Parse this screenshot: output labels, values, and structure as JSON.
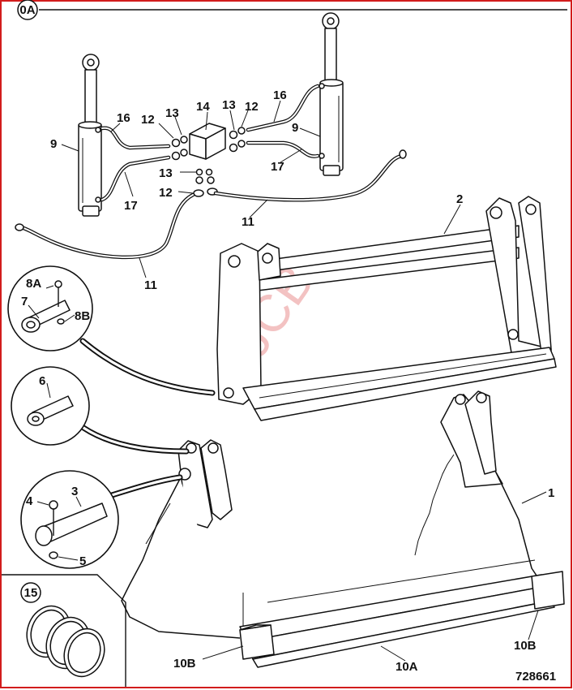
{
  "border_color": "#d21c1c",
  "watermark": {
    "text": "JCB",
    "color": "#f3c2c2"
  },
  "view_badge": "0A",
  "inset_badge": "15",
  "drawing_number": "728661",
  "callouts": {
    "c9_left": "9",
    "c16_left": "16",
    "c12_left": "12",
    "c13_left": "13",
    "c14": "14",
    "c13_right": "13",
    "c12_right": "12",
    "c16_right": "16",
    "c9_right": "9",
    "c17_right": "17",
    "c13_mid": "13",
    "c12_mid": "12",
    "c17_left": "17",
    "c11_right": "11",
    "c11_left": "11",
    "c2": "2",
    "c8a": "8A",
    "c7": "7",
    "c8b": "8B",
    "c6": "6",
    "c4": "4",
    "c3": "3",
    "c5": "5",
    "c1": "1",
    "c10b_left": "10B",
    "c10a": "10A",
    "c10b_right": "10B"
  }
}
